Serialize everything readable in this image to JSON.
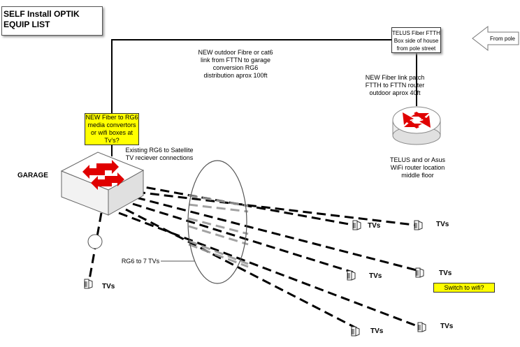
{
  "title": "SELF Install OPTIK EQUIP LIST",
  "nodes": {
    "ftth_box": "TELUS Fiber FTTH Box side of house from pole street",
    "from_pole": "From pole",
    "fiber_rg6_note": "NEW Fiber to RG6 media convertors or wifi boxes at Tv's?",
    "garage": "GARAGE",
    "router_label": "TELUS and or Asus WiFi router location middle floor",
    "switch_wifi": "Switch to wifi?"
  },
  "annotations": {
    "outdoor_link": "NEW outdoor Fibre or cat6 link from FTTN to garage conversion RG6 distribution aprox 100ft",
    "fiber_patch": "NEW Fiber link patch FTTH to FTTN router outdoor aprox 40ft",
    "existing_rg6": "Existing RG6 to Satellite TV reciever connections",
    "rg6_to_tvs": "RG6 to 7 TVs"
  },
  "tv_label": "TVs"
}
